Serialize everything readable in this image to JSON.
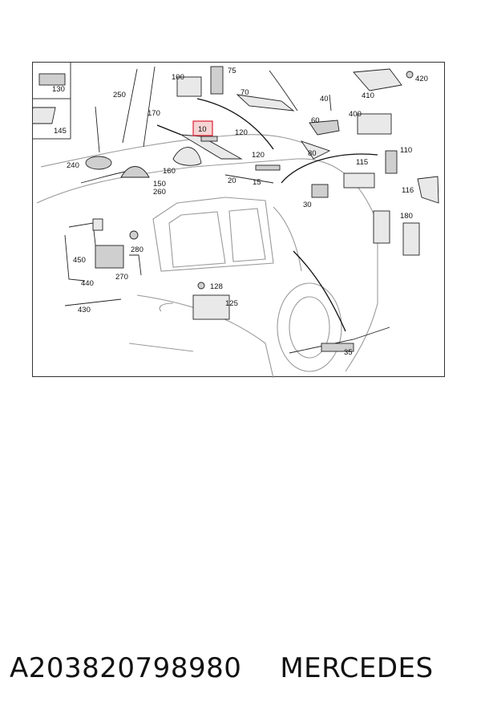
{
  "diagram": {
    "callouts": {
      "p130": "130",
      "p145": "145",
      "p250": "250",
      "p170": "170",
      "p100": "100",
      "p75": "75",
      "p70": "70",
      "p40": "40",
      "p410": "410",
      "p420": "420",
      "p400": "400",
      "p60": "60",
      "p10": "10",
      "p120a": "120",
      "p120b": "120",
      "p80": "80",
      "p110": "110",
      "p240": "240",
      "p160": "160",
      "p150": "150",
      "p260": "260",
      "p20": "20",
      "p15": "15",
      "p115": "115",
      "p116": "116",
      "p30": "30",
      "p180": "180",
      "p280": "280",
      "p450": "450",
      "p270": "270",
      "p440": "440",
      "p128": "128",
      "p125": "125",
      "p430": "430",
      "p35": "35"
    },
    "highlighted_part": "10"
  },
  "caption": {
    "part_number": "A203820798980",
    "brand": "MERCEDES"
  }
}
